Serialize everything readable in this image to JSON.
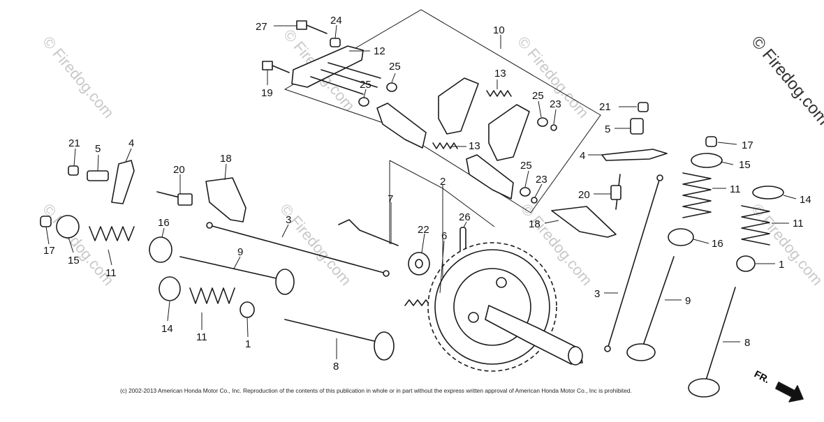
{
  "watermark": "© Firedog.com",
  "copyright": "(c) 2002-2013 American Honda Motor Co., Inc. Reproduction of the contents of this publication in whole or in part without the express written approval of American Honda Motor Co., Inc is prohibited.",
  "direction_label": "FR.",
  "callouts": [
    {
      "id": "c27",
      "label": "27"
    },
    {
      "id": "c24",
      "label": "24"
    },
    {
      "id": "c10",
      "label": "10"
    },
    {
      "id": "c12",
      "label": "12"
    },
    {
      "id": "c19",
      "label": "19"
    },
    {
      "id": "c25a",
      "label": "25"
    },
    {
      "id": "c25b",
      "label": "25"
    },
    {
      "id": "c13a",
      "label": "13"
    },
    {
      "id": "c25c",
      "label": "25"
    },
    {
      "id": "c23a",
      "label": "23"
    },
    {
      "id": "c13b",
      "label": "13"
    },
    {
      "id": "c25d",
      "label": "25"
    },
    {
      "id": "c23b",
      "label": "23"
    },
    {
      "id": "c21a",
      "label": "21"
    },
    {
      "id": "c5a",
      "label": "5"
    },
    {
      "id": "c4a",
      "label": "4"
    },
    {
      "id": "c20a",
      "label": "20"
    },
    {
      "id": "c18a",
      "label": "18"
    },
    {
      "id": "c7",
      "label": "7"
    },
    {
      "id": "c2",
      "label": "2"
    },
    {
      "id": "c26",
      "label": "26"
    },
    {
      "id": "c22",
      "label": "22"
    },
    {
      "id": "c6",
      "label": "6"
    },
    {
      "id": "c3a",
      "label": "3"
    },
    {
      "id": "c16a",
      "label": "16"
    },
    {
      "id": "c9a",
      "label": "9"
    },
    {
      "id": "c17a",
      "label": "17"
    },
    {
      "id": "c15a",
      "label": "15"
    },
    {
      "id": "c11a",
      "label": "11"
    },
    {
      "id": "c14a",
      "label": "14"
    },
    {
      "id": "c11b",
      "label": "11"
    },
    {
      "id": "c1a",
      "label": "1"
    },
    {
      "id": "c8a",
      "label": "8"
    },
    {
      "id": "c21b",
      "label": "21"
    },
    {
      "id": "c5b",
      "label": "5"
    },
    {
      "id": "c4b",
      "label": "4"
    },
    {
      "id": "c17b",
      "label": "17"
    },
    {
      "id": "c15b",
      "label": "15"
    },
    {
      "id": "c11c",
      "label": "11"
    },
    {
      "id": "c14b",
      "label": "14"
    },
    {
      "id": "c20b",
      "label": "20"
    },
    {
      "id": "c11d",
      "label": "11"
    },
    {
      "id": "c18b",
      "label": "18"
    },
    {
      "id": "c16b",
      "label": "16"
    },
    {
      "id": "c1b",
      "label": "1"
    },
    {
      "id": "c3b",
      "label": "3"
    },
    {
      "id": "c9b",
      "label": "9"
    },
    {
      "id": "c8b",
      "label": "8"
    }
  ]
}
